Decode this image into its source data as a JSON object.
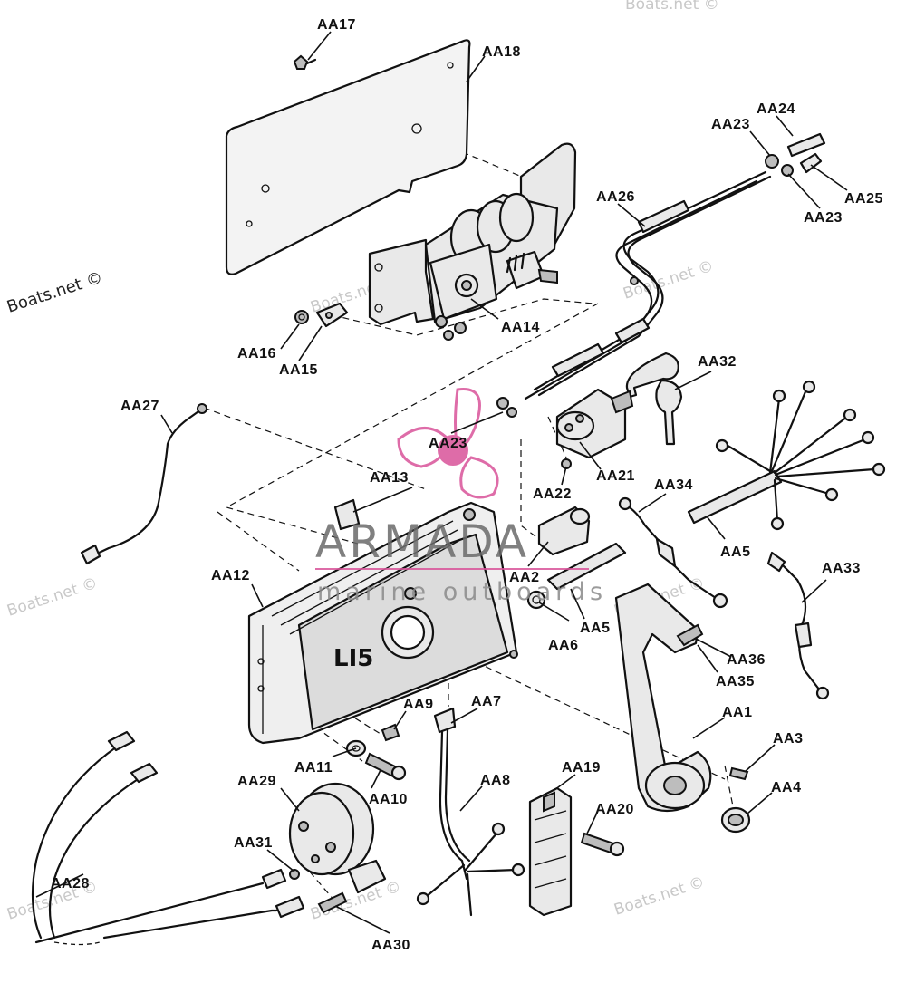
{
  "watermarks": {
    "main": "Boats.net ©",
    "faint": "Boats.net ©"
  },
  "logo": {
    "name": "ARMADA",
    "tagline": "marine outboards",
    "color": "#d9539a"
  },
  "plate_text": "LI5",
  "callouts": {
    "aa1": "AA1",
    "aa2": "AA2",
    "aa3": "AA3",
    "aa4": "AA4",
    "aa5a": "AA5",
    "aa5b": "AA5",
    "aa6": "AA6",
    "aa7": "AA7",
    "aa8": "AA8",
    "aa9": "AA9",
    "aa10": "AA10",
    "aa11": "AA11",
    "aa12": "AA12",
    "aa13": "AA13",
    "aa14": "AA14",
    "aa15": "AA15",
    "aa16": "AA16",
    "aa17": "AA17",
    "aa18": "AA18",
    "aa19": "AA19",
    "aa20": "AA20",
    "aa21": "AA21",
    "aa22": "AA22",
    "aa23a": "AA23",
    "aa23b": "AA23",
    "aa23c": "AA23",
    "aa24": "AA24",
    "aa25": "AA25",
    "aa26": "AA26",
    "aa27": "AA27",
    "aa28": "AA28",
    "aa29": "AA29",
    "aa30": "AA30",
    "aa31": "AA31",
    "aa32": "AA32",
    "aa33": "AA33",
    "aa34": "AA34",
    "aa35": "AA35",
    "aa36": "AA36"
  }
}
